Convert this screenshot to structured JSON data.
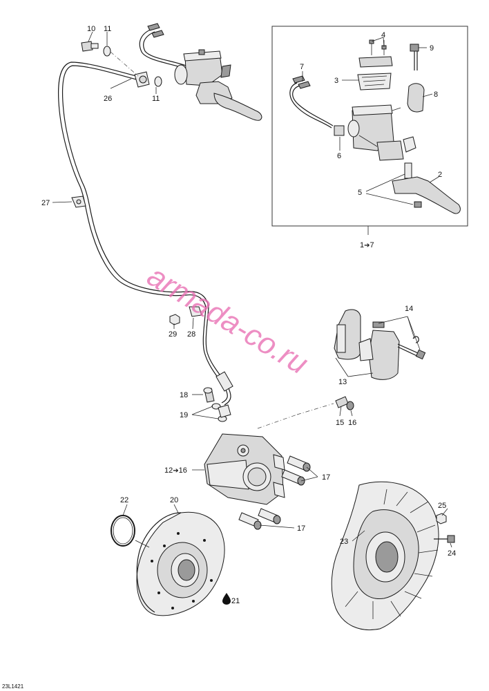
{
  "diagram_code": "23L1421",
  "watermark": "armada-co.ru",
  "callouts": {
    "c1": "1",
    "c2": "2",
    "c3": "3",
    "c4": "4",
    "c5": "5",
    "c6": "6",
    "c7": "7",
    "c8": "8",
    "c9": "9",
    "c10": "10",
    "c11a": "11",
    "c11b": "11",
    "c12": "12",
    "c13": "13",
    "c14": "14",
    "c15": "15",
    "c16a": "16",
    "c16b": "16",
    "c17a": "17",
    "c17b": "17",
    "c18": "18",
    "c19": "19",
    "c20": "20",
    "c21": "21",
    "c22": "22",
    "c23": "23",
    "c24": "24",
    "c25": "25",
    "c26": "26",
    "c27": "27",
    "c28": "28",
    "c29": "29",
    "c7b": "7"
  },
  "arrow_glyph": "➔",
  "fluid_drop_icon": "oil-drop-icon"
}
